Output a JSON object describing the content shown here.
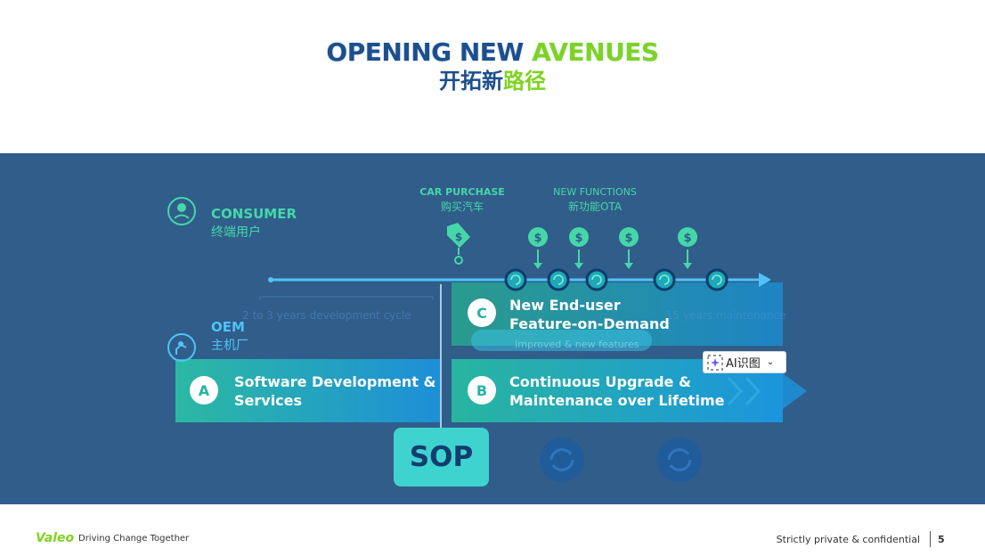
{
  "slide": {
    "title_en_part1": "OPENING NEW ",
    "title_en_part2": "AVENUES",
    "title_cn_part1": "开拓新",
    "title_cn_part2": "路径",
    "page_number": "5"
  },
  "diagram": {
    "consumer_label": "CONSUMER",
    "consumer_label_cn": "终端用户",
    "oem_label": "OEM",
    "oem_label_cn": "主机厂",
    "car_purchase_label": "CAR PURCHASE",
    "car_purchase_label_cn": "购买汽车",
    "new_functions_label": "NEW FUNCTIONS",
    "new_functions_label_cn": "新功能OTA",
    "dev_cycle_ghost": "2 to 3 years development cycle",
    "maintenance_ghost": "15 years maintenance",
    "improved_ghost": "Improved & new features",
    "box_a_letter": "A",
    "box_a_line1": "Software Development &",
    "box_a_line2": "Services",
    "box_b_letter": "B",
    "box_b_line1": "Continuous Upgrade &",
    "box_b_line2": "Maintenance over Lifetime",
    "box_c_letter": "C",
    "box_c_line1": "New End-user",
    "box_c_line2": "Feature-on-Demand",
    "sop_label": "SOP"
  },
  "overlay": {
    "ai_button_label": "AI识图"
  },
  "footer": {
    "logo_text": "Valeo",
    "tagline": "Driving Change Together",
    "confidentiality": "Strictly private & confidential"
  },
  "colors": {
    "band": "#305d8a",
    "title_blue": "#1d4f8c",
    "title_green": "#7ed321",
    "teal": "#45d7a8",
    "sop": "#3fd3d0"
  }
}
